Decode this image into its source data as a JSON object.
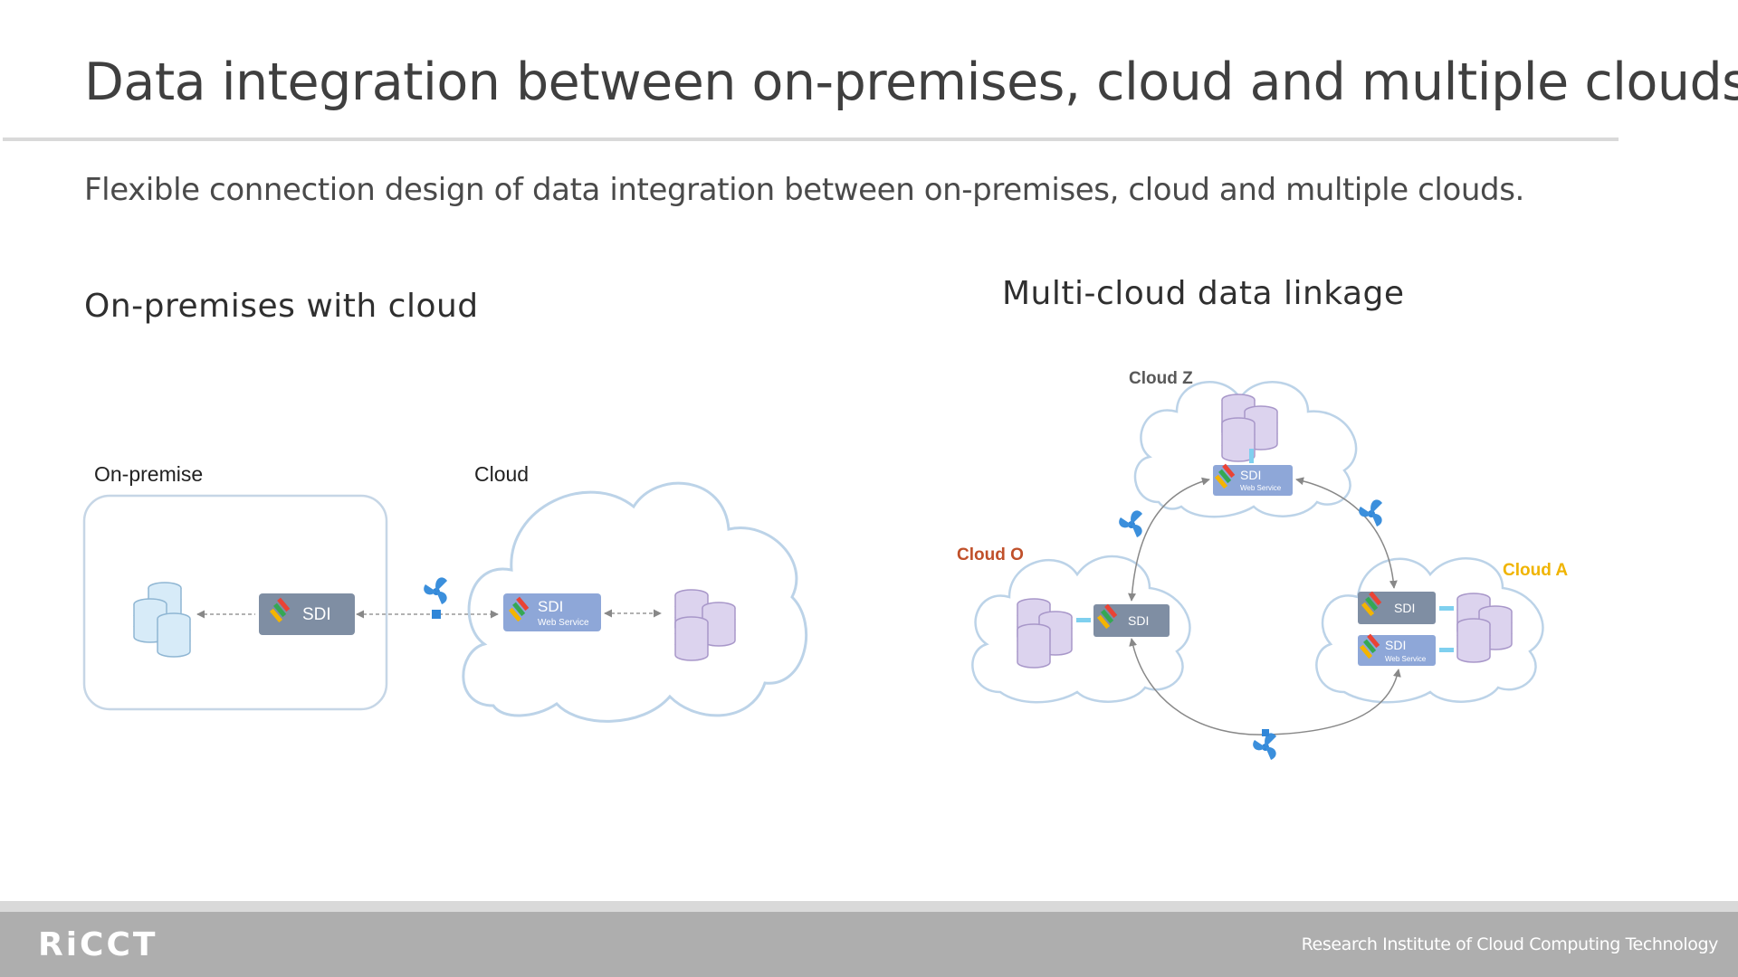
{
  "slide": {
    "title": "Data integration between on-premises, cloud and multiple clouds.",
    "subtitle": "Flexible connection design of data integration between on-premises, cloud and multiple clouds."
  },
  "left_section": {
    "heading": "On-premises with cloud",
    "on_premise_label": "On-premise",
    "cloud_label": "Cloud",
    "sdi_label": "SDI",
    "sdi_web_label": "SDI",
    "sdi_web_sub": "Web Service"
  },
  "right_section": {
    "heading": "Multi-cloud data linkage",
    "cloud_z": {
      "label": "Cloud Z",
      "sdi_label": "SDI",
      "sdi_sub": "Web Service",
      "label_color": "#595959"
    },
    "cloud_o": {
      "label": "Cloud O",
      "sdi_label": "SDI",
      "label_color": "#c0502a"
    },
    "cloud_a": {
      "label": "Cloud A",
      "sdi_label": "SDI",
      "sdi_web_label": "SDI",
      "sdi_web_sub": "Web Service",
      "label_color": "#f0b400"
    }
  },
  "footer": {
    "logo": "RiCCT",
    "org": "Research Institute of Cloud Computing Technology"
  },
  "colors": {
    "sdi_box": "#7f8ea3",
    "sdi_web_box": "#8ea7d8",
    "cloud_stroke": "#bcd3e8",
    "db_blue": "#d7ebf8",
    "db_purple": "#dcd3ee",
    "connector": "#2f86d8"
  }
}
